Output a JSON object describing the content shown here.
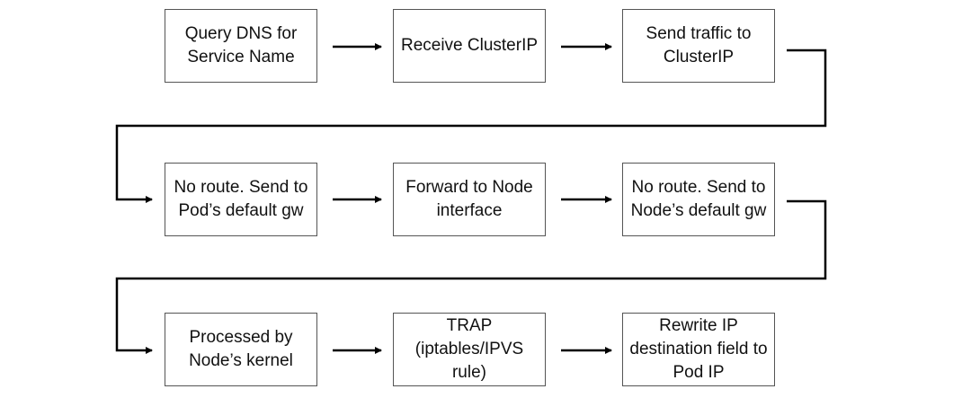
{
  "diagram": {
    "type": "flowchart",
    "rows": [
      {
        "steps": [
          {
            "id": "step-1",
            "label": "Query DNS for Service Name"
          },
          {
            "id": "step-2",
            "label": "Receive ClusterIP"
          },
          {
            "id": "step-3",
            "label": "Send traffic to ClusterIP"
          }
        ]
      },
      {
        "steps": [
          {
            "id": "step-4",
            "label": "No route. Send to Pod’s default gw"
          },
          {
            "id": "step-5",
            "label": "Forward to Node interface"
          },
          {
            "id": "step-6",
            "label": "No route. Send to Node’s default gw"
          }
        ]
      },
      {
        "steps": [
          {
            "id": "step-7",
            "label": "Processed by Node’s kernel"
          },
          {
            "id": "step-8",
            "label": "TRAP (iptables/IPVS rule)"
          },
          {
            "id": "step-9",
            "label": "Rewrite IP destination field to Pod IP"
          }
        ]
      }
    ],
    "colors": {
      "line": "#000000",
      "box_border": "#555555",
      "text": "#111111"
    }
  }
}
